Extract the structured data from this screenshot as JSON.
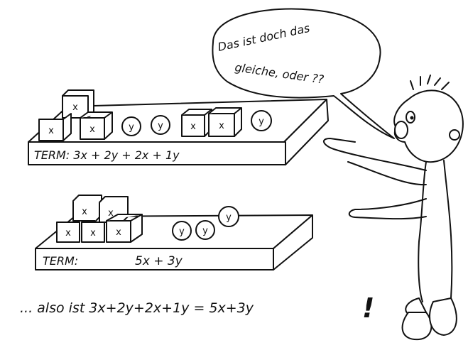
{
  "speech_bubble": {
    "line1": "Das ist doch das",
    "line2": "gleiche, oder ??"
  },
  "top_shelf": {
    "term": "TERM: 3x + 2y + 2x + 1y"
  },
  "bottom_shelf": {
    "term_label": "TERM:",
    "term_value": "5x + 3y"
  },
  "labels": {
    "cube": "x",
    "ball": "y"
  },
  "conclusion": {
    "text": "... also ist  3x+2y+2x+1y = 5x+3y",
    "exclamation": "!"
  }
}
